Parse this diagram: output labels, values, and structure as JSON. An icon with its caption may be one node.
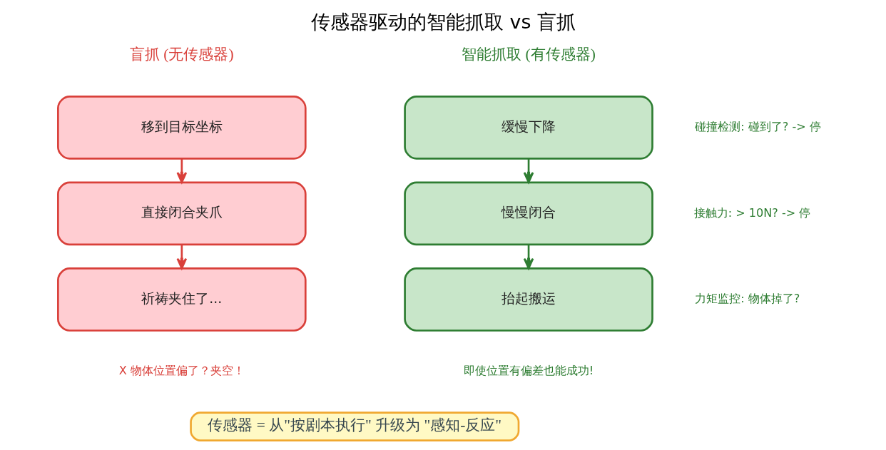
{
  "diagram": {
    "title": "传感器驱动的智能抓取 vs 盲抓",
    "nodes": [
      {
        "text": [
          "移到目标坐标"
        ]
      },
      {
        "text": [
          "直接闭合夹爪"
        ]
      },
      {
        "text": [
          "祈祷夹住了..."
        ],
        "beside": [
          "X 物体位置偏了？夹空！"
        ]
      },
      {
        "text": [
          "缓慢下降"
        ],
        "beside": [
          "碰撞检测: 碰到了? -> 停"
        ]
      },
      {
        "text": [
          "慢慢闭合"
        ],
        "beside": [
          "接触力: > 10N? -> 停"
        ]
      },
      {
        "text": [
          "抬起搬运"
        ],
        "beside": [
          "力矩监控: 物体掉了?",
          "即使位置有偏差也能成功!"
        ]
      },
      {
        "text": [
          "传感器 = 从\"按剧本执行\" 升级为 \"感知-反应\""
        ]
      }
    ],
    "edges": [
      {
        "from": 0,
        "to": 1,
        "arrow": "to",
        "color": "#d9403a"
      },
      {
        "from": 1,
        "to": 2,
        "arrow": "to",
        "color": "#d9403a"
      },
      {
        "from": 3,
        "to": 4,
        "arrow": "to",
        "color": "#2e7d32"
      },
      {
        "from": 4,
        "to": 5,
        "arrow": "to",
        "color": "#2e7d32"
      }
    ],
    "labels": [
      "盲抓 (无传感器)",
      "智能抓取 (有传感器)"
    ]
  }
}
